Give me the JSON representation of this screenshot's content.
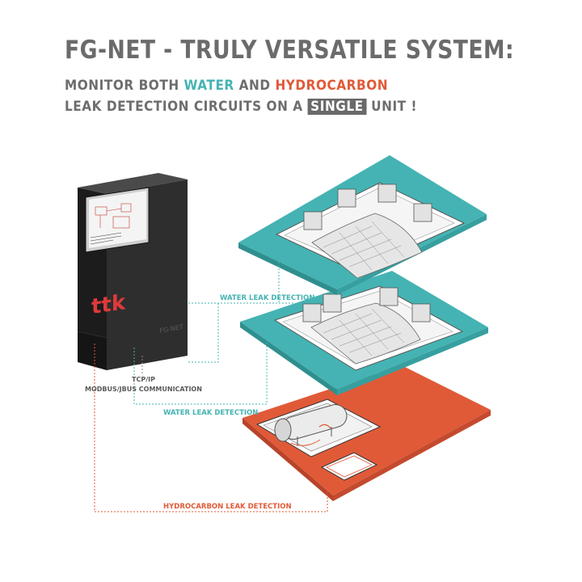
{
  "headline": {
    "title": "FG-NET - TRULY VERSATILE SYSTEM:",
    "line1_pre": "MONITOR BOTH ",
    "line1_water": "WATER",
    "line1_mid": " AND ",
    "line1_hydro": "HYDROCARBON",
    "line2_pre": "LEAK DETECTION CIRCUITS ON A ",
    "line2_single": "SINGLE",
    "line2_post": " UNIT !"
  },
  "labels": {
    "water_upper": "WATER LEAK DETECTION",
    "water_lower": "WATER LEAK DETECTION",
    "hydro": "HYDROCARBON LEAK DETECTION",
    "tcpip": "TCP/IP",
    "modbus": "MODBUS/JBUS COMMUNICATION"
  },
  "device": {
    "logo": "ttk",
    "brand": "FG-NET"
  },
  "colors": {
    "water": "#45b3b3",
    "hydrocarbon": "#e05a38",
    "text_gray": "#6b6b6b",
    "cabinet": "#2a2a2a"
  }
}
